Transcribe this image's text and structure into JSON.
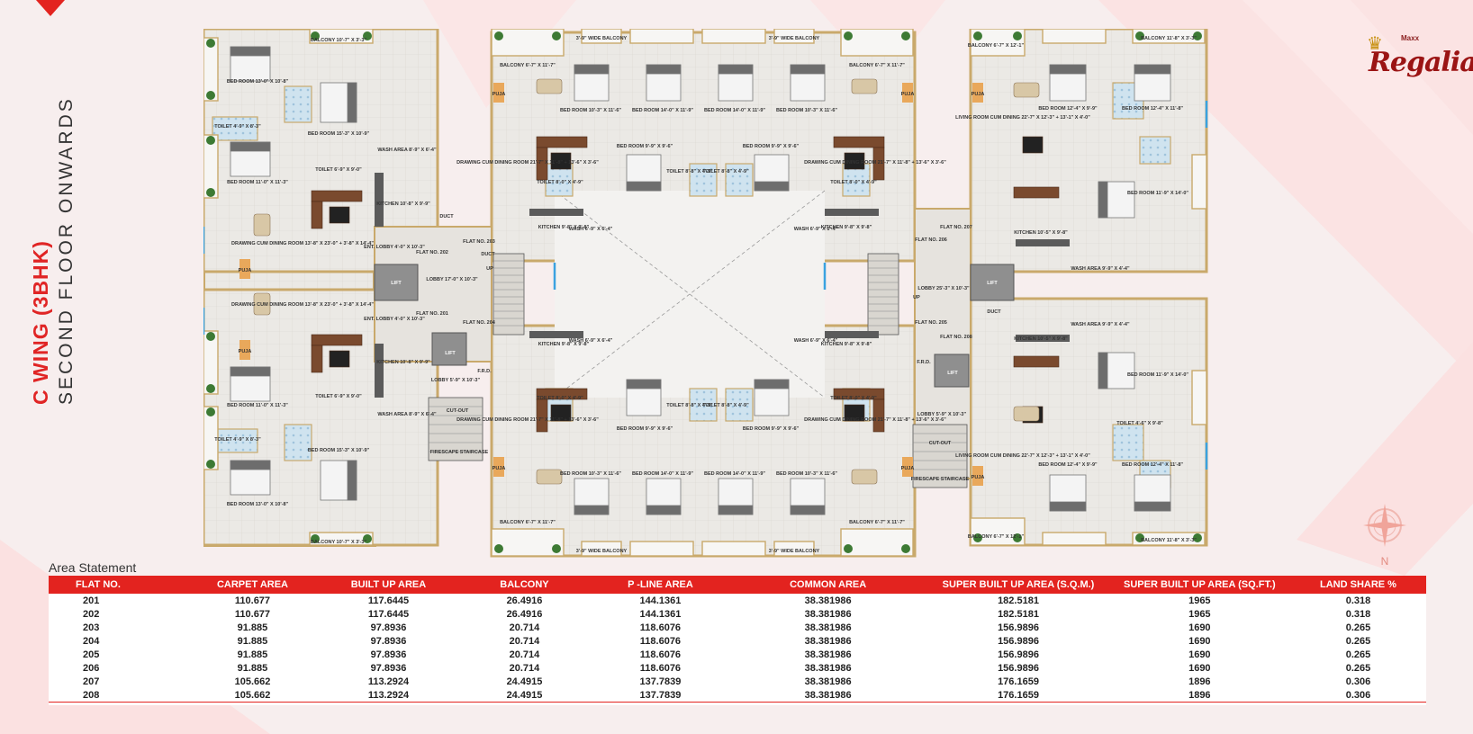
{
  "title": {
    "line1": "C WING (3BHK)",
    "line2": "SECOND FLOOR ONWARDS"
  },
  "logo": {
    "maxx": "Maxx",
    "name": "Regalia",
    "brand_color": "#9b1414",
    "crown_color": "#c7900e",
    "icon": "crown-icon"
  },
  "colors": {
    "accent": "#e3231f",
    "wall": "#c9a96b",
    "floor": "#ece9e4"
  },
  "plan_labels": {
    "flat_201": "FLAT NO. 201",
    "flat_202": "FLAT NO. 202",
    "flat_203": "FLAT NO. 203",
    "flat_204": "FLAT NO. 204",
    "flat_205": "FLAT NO. 205",
    "flat_206": "FLAT NO. 206",
    "flat_207": "FLAT NO. 207",
    "flat_208": "FLAT NO. 208",
    "lobby_left": "LOBBY 17'-0\" X 10'-3\"",
    "lobby_right": "LOBBY 25'-3\" X 10'-3\"",
    "lobby_small_left": "LOBBY 5'-9\" X 10'-3\"",
    "lobby_small_right": "LOBBY 5'-9\" X 10'-3\"",
    "lift": "LIFT",
    "duct": "DUCT",
    "up": "UP",
    "fire_stair": "FIRESCAPE STAIRCASE",
    "cut_out": "CUT-OUT",
    "bed_room_a": "BED ROOM 13'-0\" X 10'-8\"",
    "bed_room_b": "BED ROOM 15'-3\" X 10'-9\"",
    "bed_room_c": "BED ROOM 11'-0\" X 11'-3\"",
    "bed_room_d": "BED ROOM 10'-3\" X 11'-6\"",
    "bed_room_e": "BED ROOM 14'-0\" X 11'-9\"",
    "bed_room_f": "BED ROOM 9'-9\" X 9'-6\"",
    "bed_room_g": "BED ROOM 12'-4\" X 9'-9\"",
    "bed_room_h": "BED ROOM 12'-4\" X 11'-8\"",
    "bed_room_i": "BED ROOM 11'-9\" X 14'-0\"",
    "drawing_a": "DRAWING CUM DINING ROOM 13'-8\" X 23'-0\" + 3'-8\" X 14'-4\"",
    "drawing_b": "DRAWING CUM DINING ROOM 21'-7\" X 11'-8\" + 13'-6\" X 3'-6\"",
    "living_a": "LIVING ROOM CUM DINING 22'-7\" X 12'-3\" + 13'-1\" X 4'-0\"",
    "kitchen_a": "KITCHEN 10'-8\" X 9'-9\"",
    "kitchen_b": "KITCHEN 9'-8\" X 9'-8\"",
    "kitchen_c": "KITCHEN 10'-5\" X 9'-8\"",
    "toilet_a": "TOILET 4'-9\" X 8'-3\"",
    "toilet_b": "TOILET 6'-9\" X 9'-0\"",
    "toilet_c": "TOILET 8'-0\" X 4'-9\"",
    "toilet_d": "TOILET 8'-8\" X 4'-9\"",
    "toilet_e": "TOILET 8'-8\" X 4'-9\"",
    "toilet_f": "TOILET 4'-6\" X 9'-8\"",
    "balcony_a": "BALCONY 10'-7\" X 3'-3\"",
    "balcony_b": "BALCONY 6'-7\" X 11'-7\"",
    "balcony_c": "3'-9\" WIDE BALCONY",
    "balcony_d": "BALCONY 11'-8\" X 3'-3\"",
    "balcony_e": "BALCONY 6'-7\" X 12'-1\"",
    "wash_a": "WASH AREA 8'-9\" X 6'-4\"",
    "wash_b": "WASH 6'-9\" X 6'-4\"",
    "wash_c": "WASH AREA 9'-9\" X 4'-4\"",
    "ent_lobby": "ENT. LOBBY 4'-0\" X 10'-3\"",
    "puja": "PUJA",
    "frd": "F.R.D."
  },
  "compass": {
    "label": "N",
    "icon": "compass-rose-icon"
  },
  "area_statement": {
    "title": "Area Statement",
    "columns": [
      "FLAT NO.",
      "CARPET AREA",
      "BUILT UP AREA",
      "BALCONY",
      "P -LINE AREA",
      "COMMON AREA",
      "SUPER BUILT UP AREA (S.Q.M.)",
      "SUPER BUILT UP AREA (SQ.FT.)",
      "LAND SHARE %"
    ],
    "rows": [
      [
        "201",
        "110.677",
        "117.6445",
        "26.4916",
        "144.1361",
        "38.381986",
        "182.5181",
        "1965",
        "0.318"
      ],
      [
        "202",
        "110.677",
        "117.6445",
        "26.4916",
        "144.1361",
        "38.381986",
        "182.5181",
        "1965",
        "0.318"
      ],
      [
        "203",
        "91.885",
        "97.8936",
        "20.714",
        "118.6076",
        "38.381986",
        "156.9896",
        "1690",
        "0.265"
      ],
      [
        "204",
        "91.885",
        "97.8936",
        "20.714",
        "118.6076",
        "38.381986",
        "156.9896",
        "1690",
        "0.265"
      ],
      [
        "205",
        "91.885",
        "97.8936",
        "20.714",
        "118.6076",
        "38.381986",
        "156.9896",
        "1690",
        "0.265"
      ],
      [
        "206",
        "91.885",
        "97.8936",
        "20.714",
        "118.6076",
        "38.381986",
        "156.9896",
        "1690",
        "0.265"
      ],
      [
        "207",
        "105.662",
        "113.2924",
        "24.4915",
        "137.7839",
        "38.381986",
        "176.1659",
        "1896",
        "0.306"
      ],
      [
        "208",
        "105.662",
        "113.2924",
        "24.4915",
        "137.7839",
        "38.381986",
        "176.1659",
        "1896",
        "0.306"
      ]
    ]
  }
}
